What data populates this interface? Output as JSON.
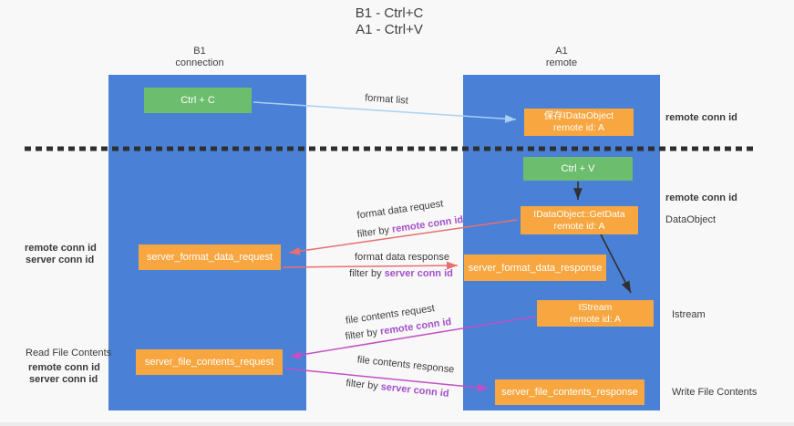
{
  "title": {
    "line1": "B1 - Ctrl+C",
    "line2": "A1 - Ctrl+V"
  },
  "lanes": [
    {
      "name": "B1",
      "role": "connection"
    },
    {
      "name": "A1",
      "role": "remote"
    }
  ],
  "nodes": {
    "ctrl_c": "Ctrl + C",
    "ctrl_v": "Ctrl + V",
    "save_dataobject_line1": "保存IDataObject",
    "save_dataobject_line2": "remote id: A",
    "getdata_line1": "IDataObject::GetData",
    "getdata_line2": "remote id: A",
    "istream_line1": "IStream",
    "istream_line2": "remote id: A",
    "server_format_data_request": "server_format_data_request",
    "server_format_data_response": "server_format_data_response",
    "server_file_contents_request": "server_file_contents_request",
    "server_file_contents_response": "server_file_contents_response"
  },
  "edge_labels": {
    "format_list": "format list",
    "format_data_request": "format data request",
    "format_data_response": "format data response",
    "file_contents_request": "file contents request",
    "file_contents_response": "file contents response",
    "filter_by": "filter by "
  },
  "annotations": {
    "remote_conn_id": "remote conn id",
    "server_conn_id": "server conn id",
    "dataobject": "DataObject",
    "istream": "Istream",
    "read_file_contents": "Read File Contents",
    "write_file_contents": "Write File Contents"
  },
  "colors": {
    "background": "#f8f8f8",
    "lane_blue": "#4a80d5",
    "box_green": "#6cbe6e",
    "box_orange": "#f7a640",
    "purple_text": "#a34fc9",
    "green_text": "#4caf50",
    "arrow_red": "#e87070",
    "arrow_magenta": "#c44fc4",
    "arrow_light_blue": "#a8d2f0",
    "arrow_black": "#303030",
    "dashed_line": "#2f2f2f"
  }
}
